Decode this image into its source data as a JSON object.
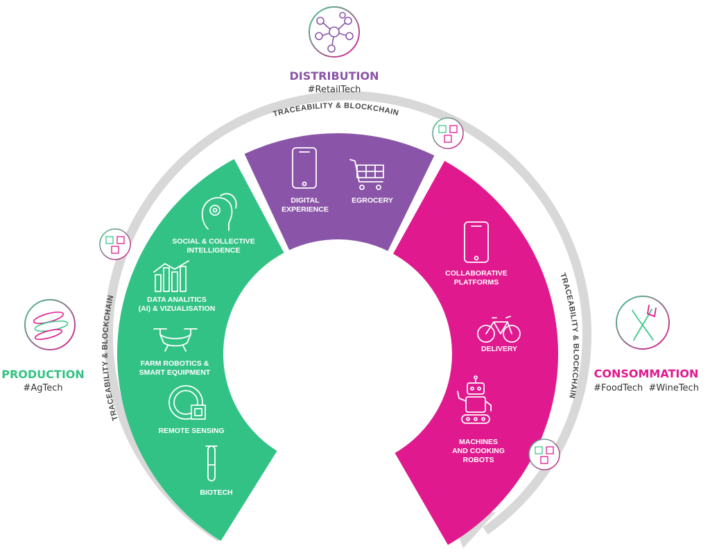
{
  "colors": {
    "production": "#33c285",
    "distribution": "#8a55a8",
    "consommation": "#e0198e",
    "ring": "#d6d6d6"
  },
  "nodes": {
    "distribution": {
      "title": "DISTRIBUTION",
      "tags": "#RetailTech"
    },
    "production": {
      "title": "PRODUCTION",
      "tags": "#AgTech"
    },
    "consommation": {
      "title": "CONSOMMATION",
      "tags": "#FoodTech  #WineTech"
    }
  },
  "arc_labels": {
    "top": "TRACEABILITY & BLOCKCHAIN",
    "left": "TRACEABILITY & BLOCKCHAIN",
    "right": "TRACEABILITY & BLOCKCHAIN"
  },
  "production_items": [
    {
      "l1": "SOCIAL & COLLECTIVE",
      "l2": "INTELLIGENCE",
      "icon": "head-gear-icon"
    },
    {
      "l1": "DATA ANALITICS",
      "l2": "(AI) & VIZUALISATION",
      "icon": "bar-chart-icon"
    },
    {
      "l1": "FARM ROBOTICS &",
      "l2": "SMART EQUIPMENT",
      "icon": "drone-icon"
    },
    {
      "l1": "REMOTE SENSING",
      "icon": "sensor-icon"
    },
    {
      "l1": "BIOTECH",
      "icon": "test-tube-icon"
    }
  ],
  "distribution_items": [
    {
      "l1": "DIGITAL",
      "l2": "EXPERIENCE",
      "icon": "smartphone-icon"
    },
    {
      "l1": "EGROCERY",
      "icon": "shopping-cart-icon"
    }
  ],
  "consommation_items": [
    {
      "l1": "COLLABORATIVE",
      "l2": "PLATFORMS",
      "icon": "smartphone-icon"
    },
    {
      "l1": "DELIVERY",
      "icon": "bicycle-icon"
    },
    {
      "l1": "MACHINES",
      "l2": "AND COOKING",
      "l3": "ROBOTS",
      "icon": "robot-icon"
    }
  ]
}
